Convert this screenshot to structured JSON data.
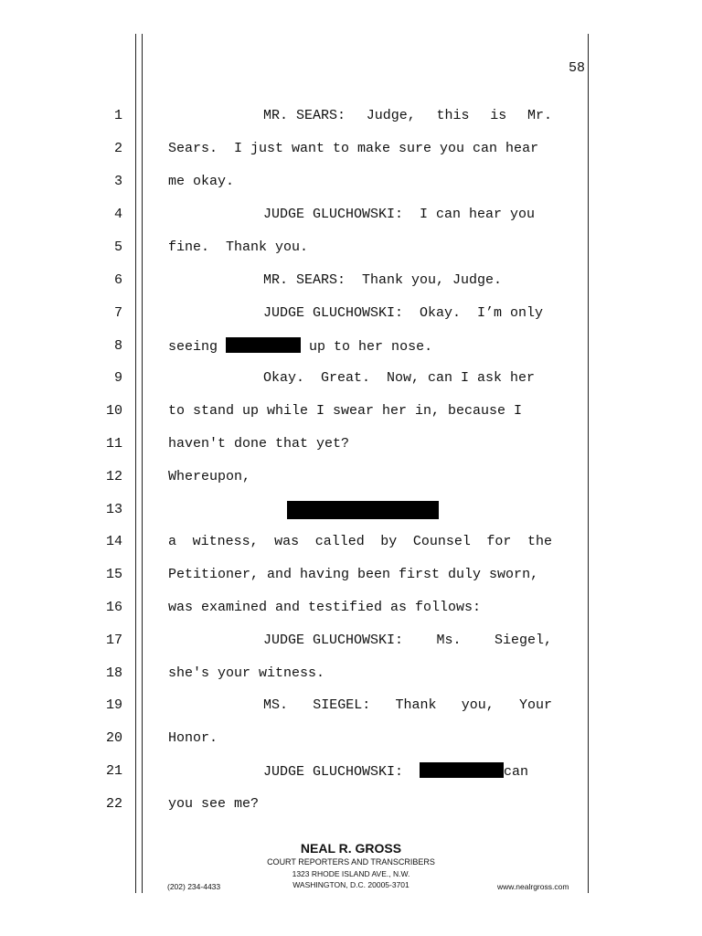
{
  "page_number": "58",
  "lines": [
    {
      "n": "1",
      "a": "MR. SEARS:",
      "b": "Judge,",
      "c": "this",
      "d": "is",
      "e": "Mr."
    },
    {
      "n": "2",
      "text": "Sears.  I just want to make sure you can hear"
    },
    {
      "n": "3",
      "text": "me okay."
    },
    {
      "n": "4",
      "text": "JUDGE GLUCHOWSKI:  I can hear you"
    },
    {
      "n": "5",
      "text": "fine.  Thank you."
    },
    {
      "n": "6",
      "text": "MR. SEARS:  Thank you, Judge."
    },
    {
      "n": "7",
      "text": "JUDGE GLUCHOWSKI:  Okay.  I’m only"
    },
    {
      "n": "8",
      "before": "seeing",
      "after": "up to her nose."
    },
    {
      "n": "9",
      "text": "Okay.  Great.  Now, can I ask her"
    },
    {
      "n": "10",
      "text": "to stand up while I swear her in, because I"
    },
    {
      "n": "11",
      "text": "haven't done that yet?"
    },
    {
      "n": "12",
      "text": "Whereupon,"
    },
    {
      "n": "13"
    },
    {
      "n": "14",
      "a": "a",
      "b": "witness,",
      "c": "was",
      "d": "called",
      "e": "by",
      "f": "Counsel",
      "g": "for",
      "h": "the"
    },
    {
      "n": "15",
      "text": "Petitioner, and having been first duly sworn,"
    },
    {
      "n": "16",
      "text": "was examined and testified as follows:"
    },
    {
      "n": "17",
      "a": "JUDGE GLUCHOWSKI:",
      "b": "Ms.",
      "c": "Siegel,"
    },
    {
      "n": "18",
      "text": "she's your witness."
    },
    {
      "n": "19",
      "a": "MS.",
      "b": "SIEGEL:",
      "c": "Thank",
      "d": "you,",
      "e": "Your"
    },
    {
      "n": "20",
      "text": "Honor."
    },
    {
      "n": "21",
      "before": "JUDGE GLUCHOWSKI:",
      "after": "can"
    },
    {
      "n": "22",
      "text": "you see me?"
    }
  ],
  "footer": {
    "name": "NEAL R. GROSS",
    "subtitle": "COURT REPORTERS AND TRANSCRIBERS",
    "address": "1323 RHODE ISLAND AVE., N.W.",
    "city": "WASHINGTON, D.C.  20005-3701",
    "phone": "(202) 234-4433",
    "website": "www.nealrgross.com"
  }
}
